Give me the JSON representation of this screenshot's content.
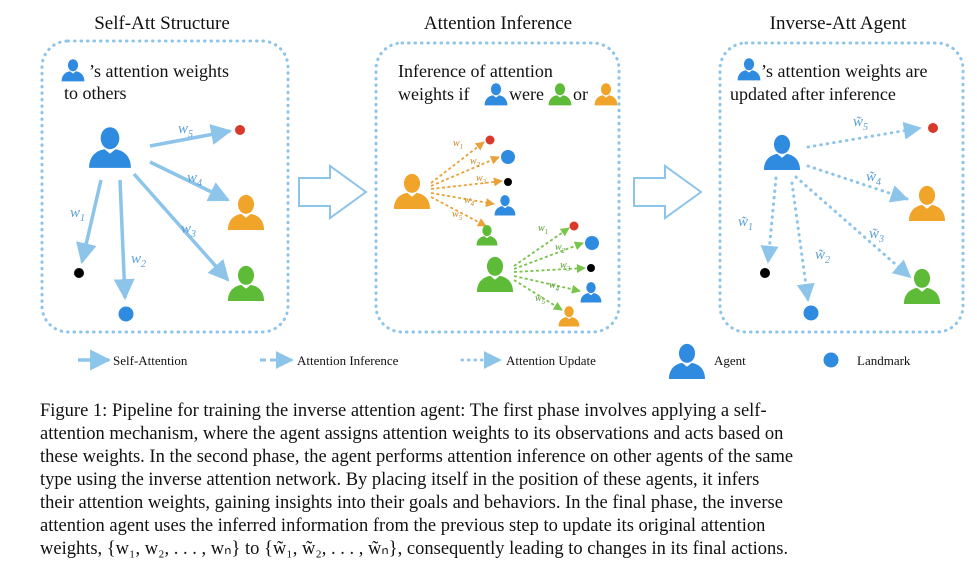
{
  "panels": {
    "left": {
      "title": "Self-Att Structure",
      "line1": "’s attention weights",
      "line2": "to others"
    },
    "mid": {
      "title": "Attention Inference",
      "line1": "Inference of attention",
      "line2a": "weights  if",
      "line2b": "were",
      "line2c": "or"
    },
    "right": {
      "title": "Inverse-Att Agent",
      "line1": "’s attention weights are",
      "line2": "updated after inference"
    }
  },
  "weights": {
    "letter": "w",
    "tilde_letter": "w̃",
    "subs": [
      "1",
      "2",
      "3",
      "4",
      "5"
    ]
  },
  "legend": {
    "self_attention": "Self-Attention",
    "attention_inference": "Attention Inference",
    "attention_update": "Attention Update",
    "agent": "Agent",
    "landmark": "Landmark"
  },
  "colors": {
    "blue": "#2f8be0",
    "orange": "#f0a42a",
    "green": "#5dbb37",
    "red": "#d8392b",
    "black": "#000000",
    "arrow_blue": "#8cc4ea",
    "dotted_border": "#8cc4ea",
    "orange_arrow": "#e9a13a",
    "green_arrow": "#79c44a"
  },
  "icons": {
    "agent": "person-icon",
    "landmark": "circle-icon",
    "phase_arrow": "hollow-right-arrow-icon"
  },
  "caption": {
    "lines": [
      "Figure 1: Pipeline for training the inverse attention agent: The first phase involves applying a self-",
      "attention mechanism, where the agent assigns attention weights to its observations and acts based on",
      "these weights. In the second phase, the agent performs attention inference on other agents of the same",
      "type using the inverse attention network. By placing itself in the position of these agents, it infers",
      "their attention weights, gaining insights into their goals and behaviors. In the final phase, the inverse",
      "attention agent uses the inferred information from the previous step to update its original attention",
      "weights, {w₁, w₂, . . . , wₙ} to {w̃₁, w̃₂, . . . , w̃ₙ}, consequently leading to changes in its final actions."
    ]
  }
}
